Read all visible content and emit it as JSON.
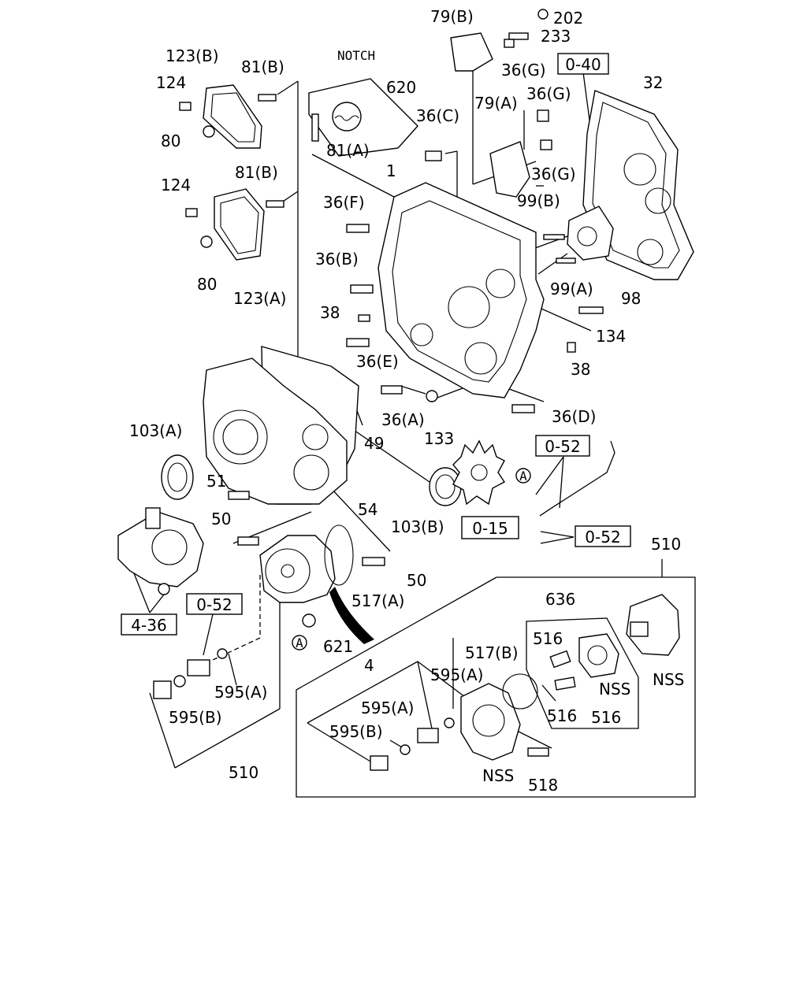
{
  "notch_label": "NOTCH",
  "labels": {
    "l1": "1",
    "l4": "4",
    "l32": "32",
    "l38a": "38",
    "l38b": "38",
    "l49": "49",
    "l50a": "50",
    "l50b": "50",
    "l51": "51",
    "l54": "54",
    "l36a": "36(A)",
    "l36b": "36(B)",
    "l36c": "36(C)",
    "l36d": "36(D)",
    "l36e": "36(E)",
    "l36f": "36(F)",
    "l36g1": "36(G)",
    "l36g2": "36(G)",
    "l36g3": "36(G)",
    "l79a": "79(A)",
    "l79b": "79(B)",
    "l80a": "80",
    "l80b": "80",
    "l81a": "81(A)",
    "l81b1": "81(B)",
    "l81b2": "81(B)",
    "l98": "98",
    "l99a": "99(A)",
    "l99b": "99(B)",
    "l103a": "103(A)",
    "l103b": "103(B)",
    "l123a": "123(A)",
    "l123b": "123(B)",
    "l124a": "124",
    "l124b": "124",
    "l133": "133",
    "l134": "134",
    "l202": "202",
    "l233": "233",
    "l510a": "510",
    "l510b": "510",
    "l516a": "516",
    "l516b": "516",
    "l516c": "516",
    "l517a": "517(A)",
    "l517b": "517(B)",
    "l518": "518",
    "l595a1": "595(A)",
    "l595a2": "595(A)",
    "l595a3": "595(A)",
    "l595b1": "595(B)",
    "l595b2": "595(B)",
    "l620": "620",
    "l621": "621",
    "l636": "636",
    "lnss1": "NSS",
    "lnss2": "NSS",
    "lnss3": "NSS",
    "circA1": "A",
    "circA2": "A"
  },
  "refboxes": {
    "r040": "0-40",
    "r052a": "0-52",
    "r052b": "0-52",
    "r052c": "0-52",
    "r015": "0-15",
    "r436": "4-36"
  }
}
